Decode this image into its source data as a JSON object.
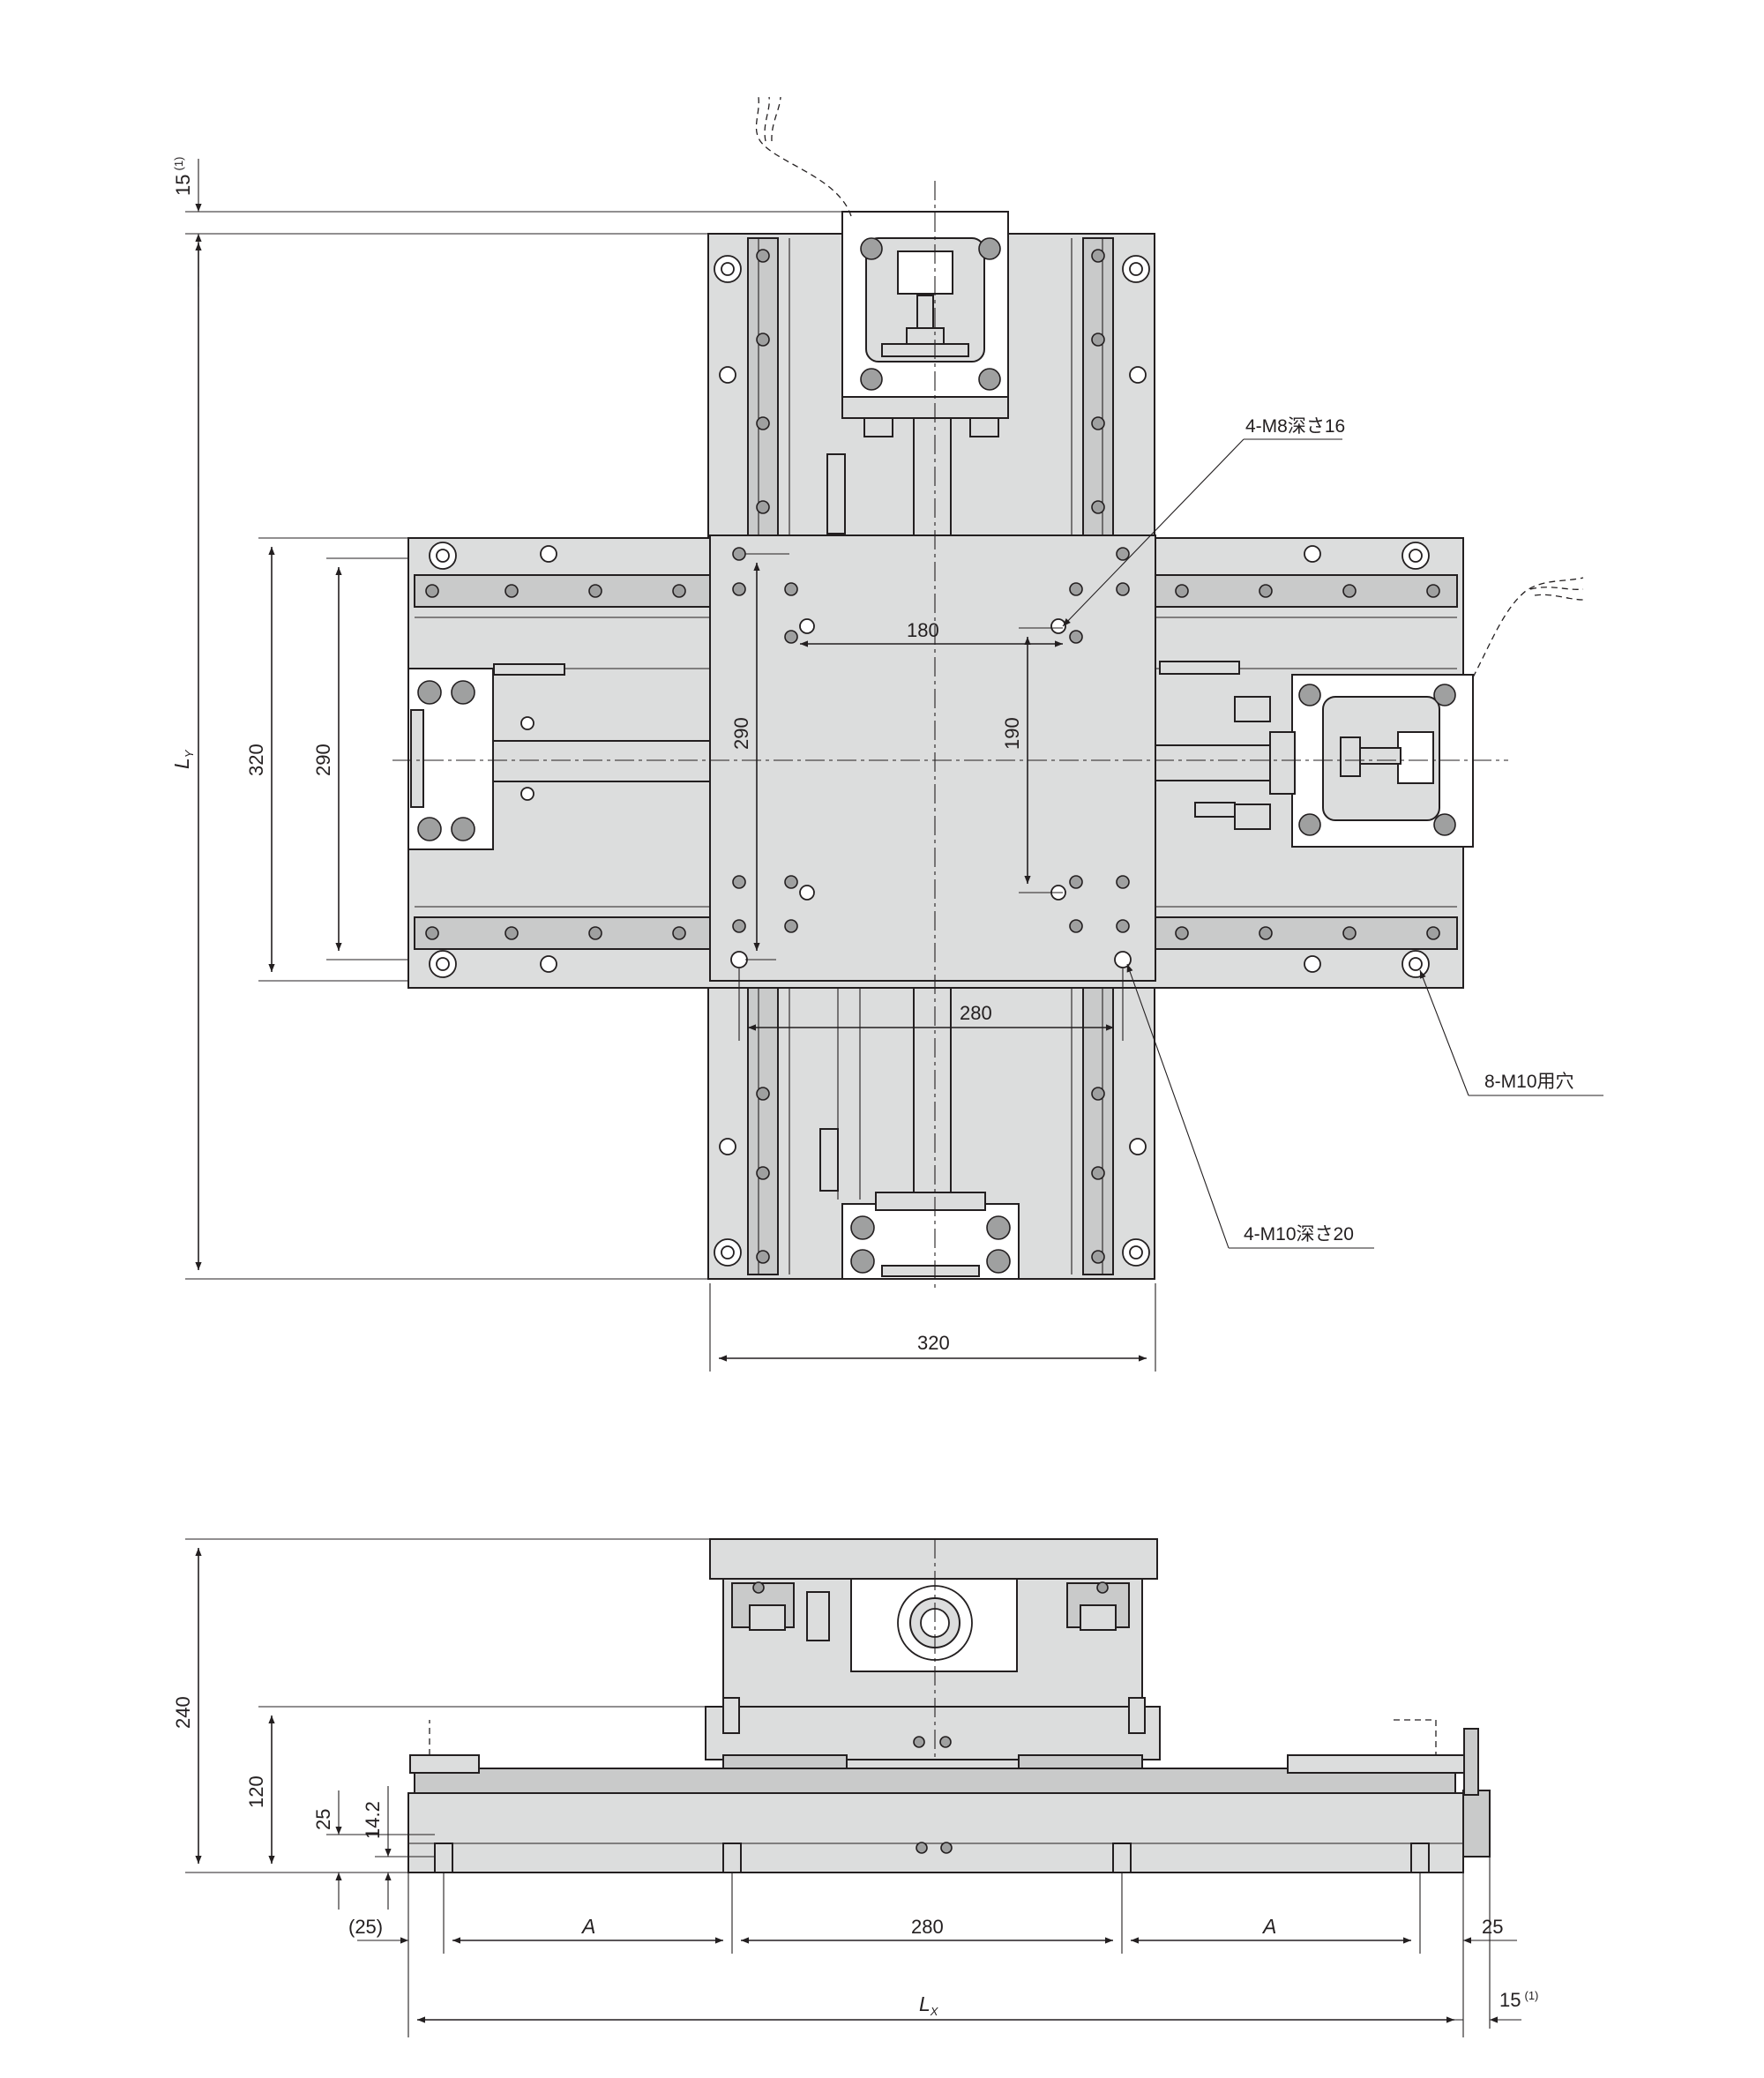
{
  "dimensions": {
    "top_view": {
      "overtravel": "15",
      "length_y_var": "L",
      "length_y_sub": "Y",
      "table_outer": "320",
      "rail_span": "290",
      "table_hole_span_y": "290",
      "hole_pitch_x": "180",
      "hole_pitch_y": "190",
      "base_hole_pitch": "280",
      "table_width": "320"
    },
    "side_view": {
      "total_height": "240",
      "lower_axis_height": "120",
      "base_plate": "25",
      "foot": "14.2",
      "left_offset": "(25)",
      "pitch_a_left": "A",
      "center_pitch": "280",
      "pitch_a_right": "A",
      "right_offset": "25",
      "length_x_var": "L",
      "length_x_sub": "X",
      "overtravel": "15"
    },
    "footnote_mark": "(1)"
  },
  "callouts": {
    "m8_holes": "4-M8深さ16",
    "m10_holes": "4-M10深さ20",
    "mount_holes": "8-M10用穴"
  },
  "colors": {
    "line": "#231f20",
    "part_fill": "#dcdddd",
    "part_dark": "#c9caca",
    "bolt": "#9fa0a0"
  }
}
